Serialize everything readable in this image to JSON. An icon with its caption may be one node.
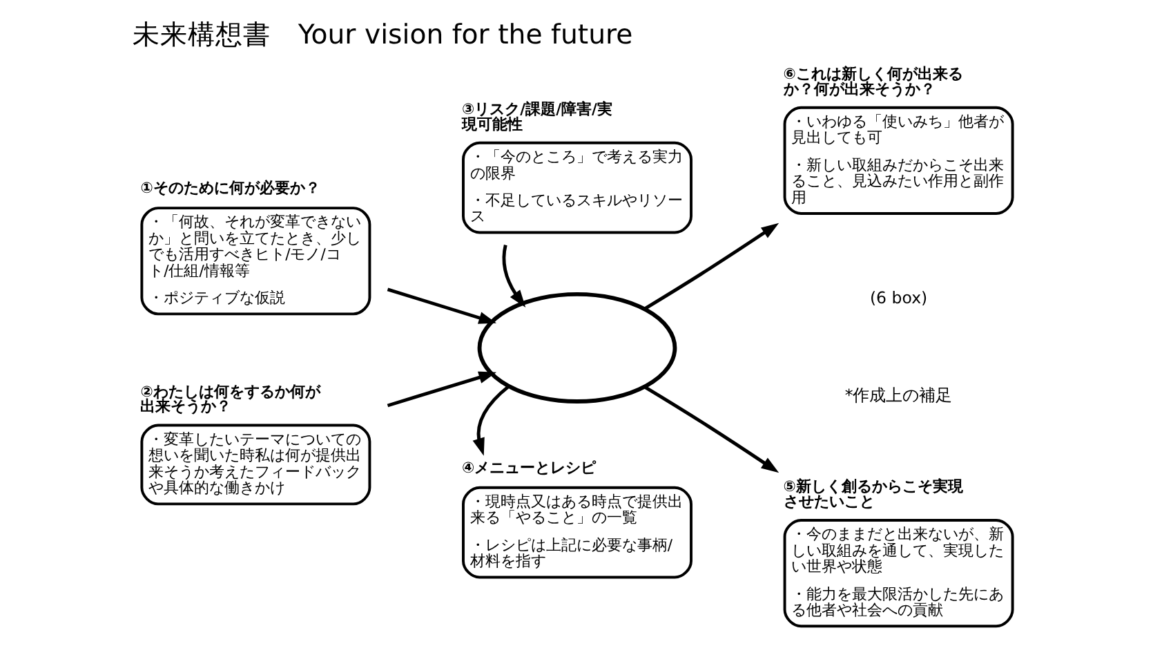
{
  "diagram": {
    "title": "未来構想書　Your vision for the future",
    "nodes": [
      {
        "text": [
          "①そのために何が必要か？",
          "・「何故、それが変革できないか」と問いを立てたとき、少しでも活用すべきヒト/モノ/コト/仕組/情報等",
          "・ポジティブな仮説"
        ]
      },
      {
        "text": [
          "③リスク/課題/障害/実現可能性",
          "・「今のところ」で考える実力の限界",
          "・不足しているスキルやリソース"
        ]
      },
      {
        "text": [
          "⑤新しく創るからこそ実現させたいこと",
          "・今のままだと出来ないが、新しい取組みを通して、実現したい世界や状態",
          "・能力を最大限活かした先にある他者や社会への貢献"
        ]
      },
      {
        "text": [],
        "shape": "ellipse"
      },
      {
        "text": [
          "②わたしは何をするか何が出来そうか？",
          "・変革したいテーマについての想いを聞いた時私は何が提供出来そうか考えたフィードバックや具体的な働きかけ"
        ]
      },
      {
        "text": [
          "④メニューとレシピ",
          "・現時点又はある時点で提供出来る「やること」の一覧",
          "・レシピは上記に必要な事柄/材料を指す"
        ]
      },
      {
        "text": [
          "⑥これは新しく何が出来るか？何が出来そうか？",
          "・いわゆる「使いみち」他者が見出しても可",
          "・新しい取組みだからこそ出来ること、見込みたい作用と副作用"
        ]
      }
    ],
    "edges": [
      {
        "from": 0,
        "to": 3,
        "arrow": "to"
      },
      {
        "from": 1,
        "to": 3,
        "arrow": "to"
      },
      {
        "from": 4,
        "to": 3,
        "arrow": "to"
      },
      {
        "from": 3,
        "to": 2,
        "arrow": "to"
      },
      {
        "from": 3,
        "to": 5,
        "arrow": "to"
      },
      {
        "from": 3,
        "to": 6,
        "arrow": "to"
      }
    ],
    "labels": [
      "(6 box)",
      "*作成上の補足"
    ]
  }
}
